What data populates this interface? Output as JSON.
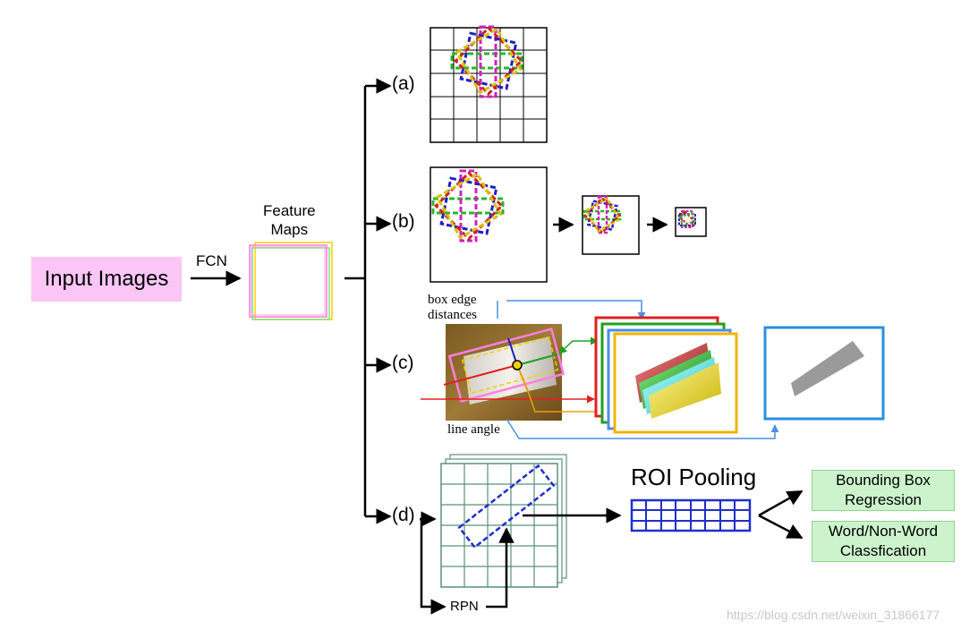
{
  "input_label": "Input Images",
  "fcn_label": "FCN",
  "feature_maps_label": [
    "Feature",
    "Maps"
  ],
  "branches": {
    "a": "(a)",
    "b": "(b)",
    "c": "(c)",
    "d": "(d)"
  },
  "branch_c": {
    "box_edge_label": [
      "box edge",
      "distances"
    ],
    "line_angle_label": "line angle"
  },
  "branch_d": {
    "rpn_label": "RPN",
    "roi_pooling_label": "ROI Pooling",
    "output_1": [
      "Bounding Box",
      "Regression"
    ],
    "output_2": [
      "Word/Non-Word",
      "Classfication"
    ]
  },
  "watermark": "https://blog.csdn.net/weixin_31866177",
  "colors": {
    "input_fill": "#fbc6f5",
    "output_fill": "#cdf3cd",
    "grid_teal": "#5a8f7b",
    "roi_blue": "#1f2fc8",
    "box_edge_blue": "#4a8fe0"
  }
}
